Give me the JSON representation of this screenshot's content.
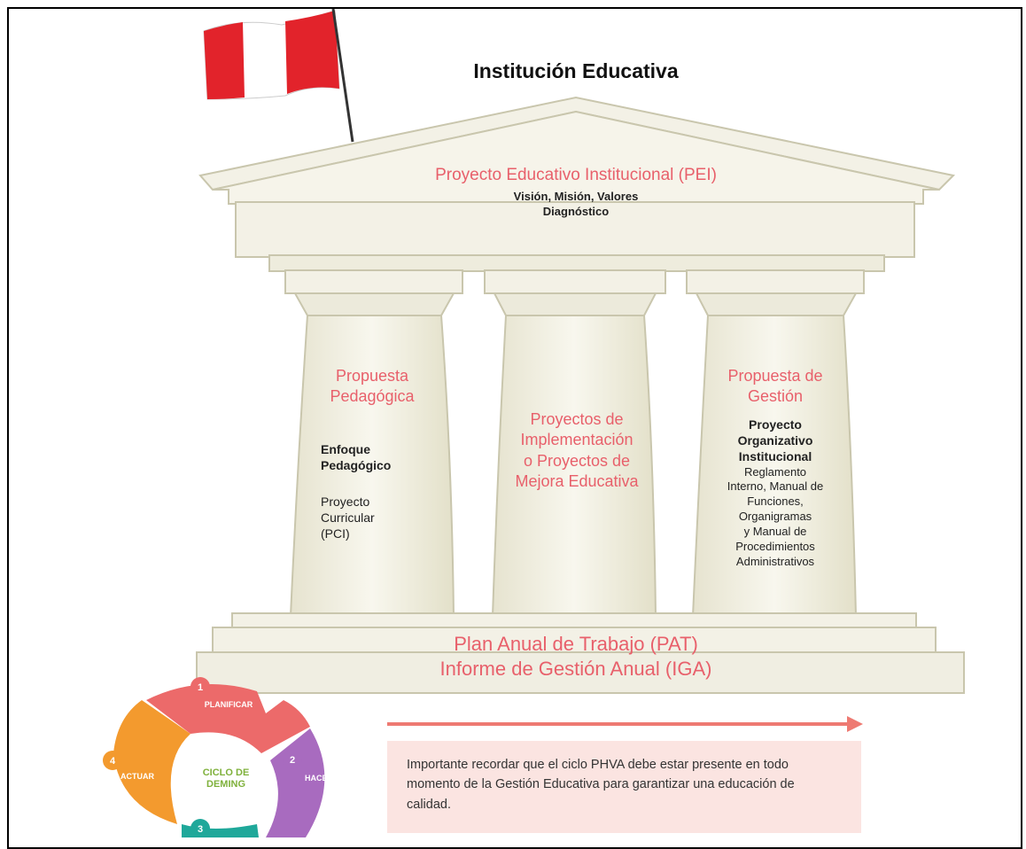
{
  "title": "Institución Educativa",
  "roof": {
    "title": "Proyecto Educativo Institucional (PEI)",
    "line1": "Visión, Misión, Valores",
    "line2": "Diagnóstico"
  },
  "columns": {
    "left": {
      "title_l1": "Propuesta",
      "title_l2": "Pedagógica",
      "item1_l1": "Enfoque",
      "item1_l2": "Pedagógico",
      "item2_l1": "Proyecto",
      "item2_l2": "Curricular",
      "item2_l3": "(PCI)"
    },
    "center": {
      "title_l1": "Proyectos de",
      "title_l2": "Implementación",
      "title_l3": "o Proyectos de",
      "title_l4": "Mejora Educativa"
    },
    "right": {
      "title_l1": "Propuesta de",
      "title_l2": "Gestión",
      "bold_l1": "Proyecto",
      "bold_l2": "Organizativo",
      "bold_l3": "Institucional",
      "body_l1": "Reglamento",
      "body_l2": "Interno, Manual de",
      "body_l3": "Funciones,",
      "body_l4": "Organigramas",
      "body_l5": "y Manual de",
      "body_l6": "Procedimientos",
      "body_l7": "Administrativos"
    }
  },
  "base": {
    "line1": "Plan Anual de Trabajo (PAT)",
    "line2": "Informe de Gestión Anual (IGA)"
  },
  "cycle": {
    "center_l1": "CICLO DE",
    "center_l2": "DEMING",
    "steps": [
      {
        "num": "1",
        "label": "PLANIFICAR",
        "color": "#ec6a6a"
      },
      {
        "num": "2",
        "label": "HACER",
        "color": "#a86bbf"
      },
      {
        "num": "3",
        "label": "",
        "color": "#1fa89a"
      },
      {
        "num": "4",
        "label": "ACTUAR",
        "color": "#f39a2e"
      }
    ]
  },
  "note": "Importante recordar que el ciclo PHVA debe estar presente en todo momento de la Gestión Educativa para garantizar una educación de calidad.",
  "colors": {
    "accent_text": "#e8606b",
    "stone": "#f3f1e6",
    "stone_edge": "#c9c6ad",
    "note_bg": "#fbe4e1",
    "arrow": "#ee7a72",
    "flag_red": "#e2232b"
  }
}
